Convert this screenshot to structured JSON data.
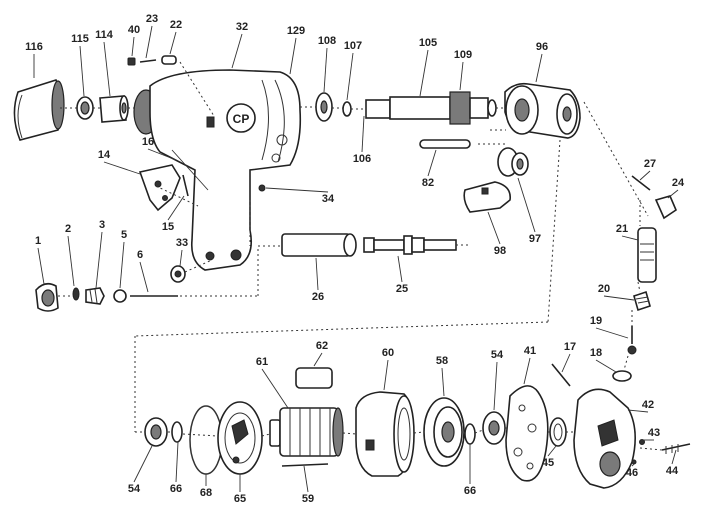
{
  "diagram": {
    "brand_mark": "CP",
    "part_labels": [
      "116",
      "115",
      "114",
      "40",
      "23",
      "22",
      "32",
      "129",
      "108",
      "107",
      "105",
      "109",
      "96",
      "106",
      "82",
      "16",
      "14",
      "15",
      "34",
      "97",
      "98",
      "27",
      "24",
      "21",
      "20",
      "1",
      "2",
      "3",
      "5",
      "6",
      "33",
      "26",
      "25",
      "19",
      "18",
      "62",
      "61",
      "60",
      "58",
      "54",
      "41",
      "17",
      "42",
      "43",
      "54",
      "66",
      "68",
      "65",
      "59",
      "66",
      "45",
      "46",
      "44"
    ]
  }
}
